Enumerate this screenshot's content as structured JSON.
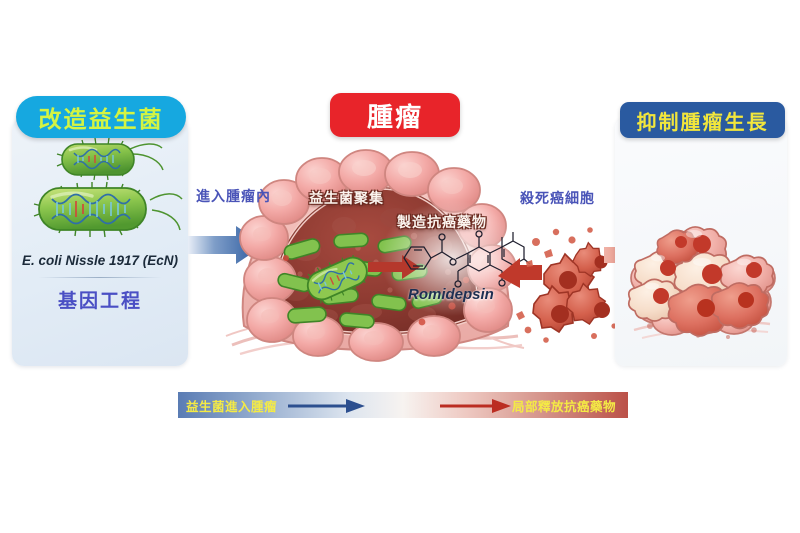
{
  "diagram": {
    "title_badges": {
      "probiotic": "改造益生菌",
      "tumor": "腫瘤",
      "inhibit": "抑制腫瘤生長"
    },
    "left_panel": {
      "strain_name": "E. coli Nissle 1917 (EcN)",
      "method": "基因工程",
      "bacteria_icon": "bacterium-icon",
      "plasmid_icon": "dna-plasmid-icon"
    },
    "center_panel": {
      "enter_label": "進入腫瘤內",
      "aggregate_label": "益生菌聚集",
      "produce_label": "製造抗癌藥物",
      "drug_name": "Romidepsin",
      "drug_structure_icon": "chemical-structure-icon",
      "tumor_icon": "tumor-cross-section-icon"
    },
    "right_panel": {
      "kill_label": "殺死癌細胞",
      "dying_cells_icon": "apoptotic-cancer-cell-icon",
      "shrunken_tumor_icon": "shrunken-tumor-icon"
    },
    "legend": {
      "left_text": "益生菌進入腫瘤",
      "right_text": "局部釋放抗癌藥物",
      "left_arrow_icon": "blue-arrow-icon",
      "right_arrow_icon": "red-arrow-icon"
    },
    "colors": {
      "probiotic_badge_bg": "#16a8e0",
      "probiotic_badge_text": "#d4f442",
      "tumor_badge_bg": "#e8242a",
      "tumor_badge_text": "#ffffff",
      "inhibit_badge_bg": "#2a5aa0",
      "inhibit_badge_text": "#f2e63c",
      "bacteria_green": "#76bc43",
      "tumor_pink": "#f0a0a0",
      "tumor_interior": "#8e3b33",
      "legend_blue": "#3a5f9e",
      "legend_red": "#c0392b",
      "label_purple": "#4a54b8",
      "genetic_text": "#4a4fc4"
    }
  }
}
